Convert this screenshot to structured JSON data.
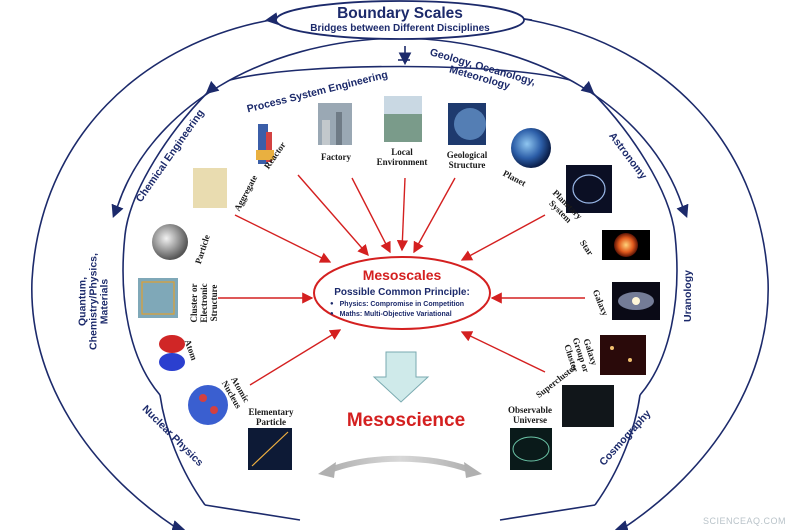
{
  "title": {
    "main": "Boundary Scales",
    "subtitle": "Bridges between Different Disciplines"
  },
  "center": {
    "title": "Mesoscales",
    "subtitle": "Possible Common Principle:",
    "bullets": [
      "Physics: Compromise in Competition",
      "Maths: Multi-Objective Variational"
    ]
  },
  "bottom_label": "Mesoscience",
  "disciplines": {
    "process_system_engineering": "Process System Engineering",
    "geology": "Geology, Oceanology, Meteorology",
    "chemical_engineering": "Chemical Engineering",
    "astronomy": "Astronomy",
    "quantum": "Quantum, Chemistry/Physics, Materials",
    "uranology": "Uranology",
    "nuclear_physics": "Nuclear Physics",
    "cosmography": "Cosmography"
  },
  "items": {
    "reactor": "Reactor",
    "factory": "Factory",
    "local_environment": "Local Environment",
    "geological_structure": "Geological Structure",
    "planet": "Planet",
    "planetary_system": "Planetary System",
    "star": "Star",
    "galaxy": "Galaxy",
    "galaxy_group": "Galaxy Group or Cluster",
    "supercluster": "Supercluster",
    "observable_universe": "Observable Universe",
    "aggregate": "Aggregate",
    "particle": "Particle",
    "cluster": "Cluster or Electronic Structure",
    "atom": "Atom",
    "atomic_nucleus": "Atomic Nucleus",
    "elementary_particle": "Elementary Particle"
  },
  "watermark": "SCIENCEAQ.COM",
  "colors": {
    "navy": "#1c2a6b",
    "red": "#d42020",
    "arrow_fill": "#cfeaea"
  }
}
